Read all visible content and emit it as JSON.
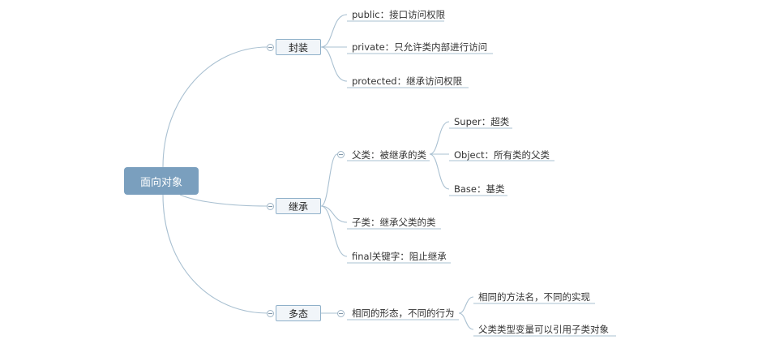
{
  "root": {
    "label": "面向对象"
  },
  "encapsulation": {
    "label": "封装",
    "items": [
      "public：接口访问权限",
      "private：只允许类内部进行访问",
      "protected：继承访问权限"
    ]
  },
  "inheritance": {
    "label": "继承",
    "parent": {
      "label": "父类：被继承的类",
      "items": [
        "Super：超类",
        "Object：所有类的父类",
        "Base：基类"
      ]
    },
    "child": {
      "label": "子类：继承父类的类"
    },
    "final": {
      "label": "final关键字：阻止继承"
    }
  },
  "polymorphism": {
    "label": "多态",
    "behavior": {
      "label": "相同的形态，不同的行为",
      "items": [
        "相同的方法名，不同的实现",
        "父类类型变量可以引用子类对象"
      ]
    }
  },
  "colors": {
    "root_bg": "#7a9fbe",
    "topic_bg": "#f1f5f9",
    "topic_border": "#8fb0c9",
    "connector": "#a9c0d1"
  }
}
